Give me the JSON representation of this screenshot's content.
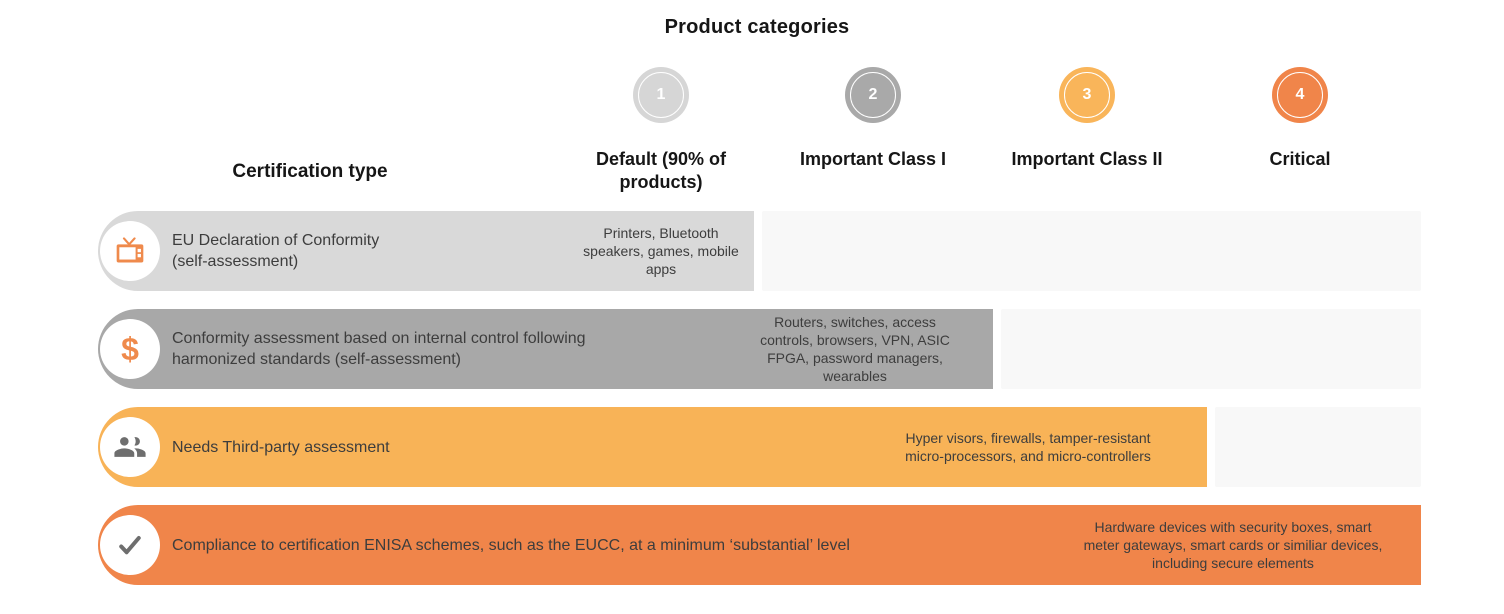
{
  "title": "Product categories",
  "cert_type_header": "Certification type",
  "columns": [
    {
      "number": "1",
      "label": "Default (90% of\nproducts)",
      "color": "#d6d6d6"
    },
    {
      "number": "2",
      "label": "Important Class I",
      "color": "#a9a9a9"
    },
    {
      "number": "3",
      "label": "Important Class II",
      "color": "#f9b55a"
    },
    {
      "number": "4",
      "label": "Critical",
      "color": "#f0854a"
    }
  ],
  "rows": [
    {
      "icon": "tv-icon",
      "label": "EU Declaration of Conformity\n(self-assessment)",
      "products": "Printers, Bluetooth\nspeakers, games, mobile\napps",
      "bar_color": "#d9d9d9"
    },
    {
      "icon": "dollar-icon",
      "icon_glyph": "$",
      "label": "Conformity assessment based on internal control following\nharmonized standards (self-assessment)",
      "products": "Routers, switches, access\ncontrols, browsers, VPN, ASIC\nFPGA, password managers,\nwearables",
      "bar_color": "#a8a8a8"
    },
    {
      "icon": "people-icon",
      "label": "Needs Third-party assessment",
      "products": "Hyper visors, firewalls, tamper-resistant\nmicro-processors, and micro-controllers",
      "bar_color": "#f8b357"
    },
    {
      "icon": "check-icon",
      "label": "Compliance to certification ENISA schemes, such as the EUCC, at a minimum ‘substantial’ level",
      "products": "Hardware devices with security boxes, smart\nmeter gateways, smart cards or similiar devices,\nincluding secure elements",
      "bar_color": "#f0854a"
    }
  ],
  "palette": {
    "orange": "#ef8a4c",
    "amber": "#f8b357",
    "gray_dark": "#a8a8a8",
    "gray_light": "#d9d9d9",
    "extension_bg": "#f8f8f8",
    "icon_gray": "#6e6e6e",
    "text_dark": "#3d3d3d"
  }
}
